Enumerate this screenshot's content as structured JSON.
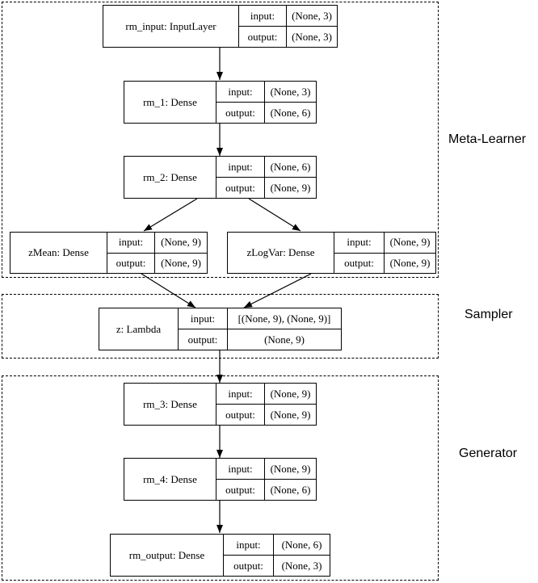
{
  "groups": {
    "meta_learner": "Meta-Learner",
    "sampler": "Sampler",
    "generator": "Generator"
  },
  "nodes": {
    "rm_input": {
      "name": "rm_input: InputLayer",
      "in_key": "input:",
      "in_val": "(None, 3)",
      "out_key": "output:",
      "out_val": "(None, 3)"
    },
    "rm_1": {
      "name": "rm_1: Dense",
      "in_key": "input:",
      "in_val": "(None, 3)",
      "out_key": "output:",
      "out_val": "(None, 6)"
    },
    "rm_2": {
      "name": "rm_2: Dense",
      "in_key": "input:",
      "in_val": "(None, 6)",
      "out_key": "output:",
      "out_val": "(None, 9)"
    },
    "zmean": {
      "name": "zMean: Dense",
      "in_key": "input:",
      "in_val": "(None, 9)",
      "out_key": "output:",
      "out_val": "(None, 9)"
    },
    "zlogvar": {
      "name": "zLogVar: Dense",
      "in_key": "input:",
      "in_val": "(None, 9)",
      "out_key": "output:",
      "out_val": "(None, 9)"
    },
    "z": {
      "name": "z: Lambda",
      "in_key": "input:",
      "in_val": "[(None, 9), (None, 9)]",
      "out_key": "output:",
      "out_val": "(None, 9)"
    },
    "rm_3": {
      "name": "rm_3: Dense",
      "in_key": "input:",
      "in_val": "(None, 9)",
      "out_key": "output:",
      "out_val": "(None, 9)"
    },
    "rm_4": {
      "name": "rm_4: Dense",
      "in_key": "input:",
      "in_val": "(None, 9)",
      "out_key": "output:",
      "out_val": "(None, 6)"
    },
    "rm_output": {
      "name": "rm_output: Dense",
      "in_key": "input:",
      "in_val": "(None, 6)",
      "out_key": "output:",
      "out_val": "(None, 3)"
    }
  }
}
